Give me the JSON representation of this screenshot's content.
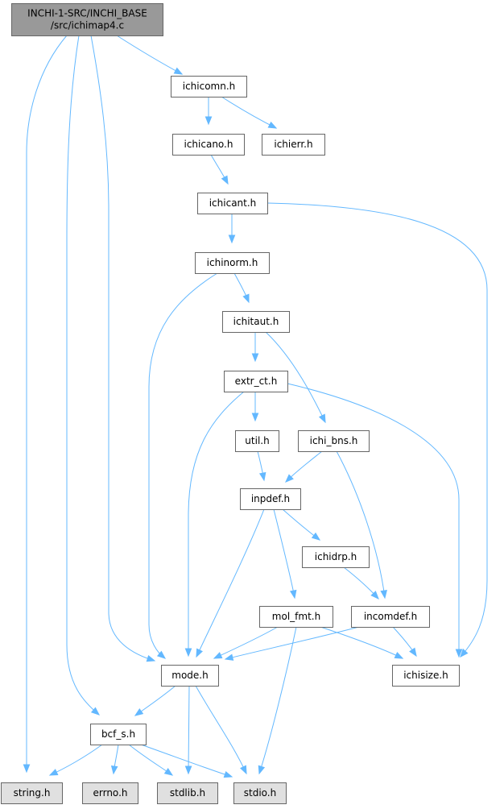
{
  "diagram": {
    "type": "include-dependency-graph",
    "colors": {
      "root_fill": "#999999",
      "header_fill": "#ffffff",
      "system_fill": "#e0e0e0",
      "border": "#666666",
      "edge": "#63b8ff"
    },
    "nodes": [
      {
        "id": "root",
        "lines": [
          "INCHI-1-SRC/INCHI_BASE",
          "/src/ichimap4.c"
        ],
        "kind": "root"
      },
      {
        "id": "ichicomn",
        "lines": [
          "ichicomn.h"
        ],
        "kind": "header"
      },
      {
        "id": "ichicano",
        "lines": [
          "ichicano.h"
        ],
        "kind": "header"
      },
      {
        "id": "ichierr",
        "lines": [
          "ichierr.h"
        ],
        "kind": "header"
      },
      {
        "id": "ichicant",
        "lines": [
          "ichicant.h"
        ],
        "kind": "header"
      },
      {
        "id": "ichinorm",
        "lines": [
          "ichinorm.h"
        ],
        "kind": "header"
      },
      {
        "id": "ichitaut",
        "lines": [
          "ichitaut.h"
        ],
        "kind": "header"
      },
      {
        "id": "extr_ct",
        "lines": [
          "extr_ct.h"
        ],
        "kind": "header"
      },
      {
        "id": "util",
        "lines": [
          "util.h"
        ],
        "kind": "header"
      },
      {
        "id": "ichi_bns",
        "lines": [
          "ichi_bns.h"
        ],
        "kind": "header"
      },
      {
        "id": "inpdef",
        "lines": [
          "inpdef.h"
        ],
        "kind": "header"
      },
      {
        "id": "ichidrp",
        "lines": [
          "ichidrp.h"
        ],
        "kind": "header"
      },
      {
        "id": "mol_fmt",
        "lines": [
          "mol_fmt.h"
        ],
        "kind": "header"
      },
      {
        "id": "incomdef",
        "lines": [
          "incomdef.h"
        ],
        "kind": "header"
      },
      {
        "id": "mode",
        "lines": [
          "mode.h"
        ],
        "kind": "header"
      },
      {
        "id": "ichisize",
        "lines": [
          "ichisize.h"
        ],
        "kind": "header"
      },
      {
        "id": "bcf_s",
        "lines": [
          "bcf_s.h"
        ],
        "kind": "header"
      },
      {
        "id": "string",
        "lines": [
          "string.h"
        ],
        "kind": "system"
      },
      {
        "id": "errno",
        "lines": [
          "errno.h"
        ],
        "kind": "system"
      },
      {
        "id": "stdlib",
        "lines": [
          "stdlib.h"
        ],
        "kind": "system"
      },
      {
        "id": "stdio",
        "lines": [
          "stdio.h"
        ],
        "kind": "system"
      }
    ],
    "edges": [
      {
        "from": "root",
        "to": "ichicomn"
      },
      {
        "from": "root",
        "to": "string"
      },
      {
        "from": "root",
        "to": "bcf_s"
      },
      {
        "from": "root",
        "to": "mode"
      },
      {
        "from": "ichicomn",
        "to": "ichicano"
      },
      {
        "from": "ichicomn",
        "to": "ichierr"
      },
      {
        "from": "ichicano",
        "to": "ichicant"
      },
      {
        "from": "ichicant",
        "to": "ichinorm"
      },
      {
        "from": "ichicant",
        "to": "ichisize"
      },
      {
        "from": "ichinorm",
        "to": "ichitaut"
      },
      {
        "from": "ichinorm",
        "to": "mode"
      },
      {
        "from": "ichitaut",
        "to": "extr_ct"
      },
      {
        "from": "ichitaut",
        "to": "ichi_bns"
      },
      {
        "from": "extr_ct",
        "to": "util"
      },
      {
        "from": "extr_ct",
        "to": "mode"
      },
      {
        "from": "extr_ct",
        "to": "ichisize"
      },
      {
        "from": "util",
        "to": "inpdef"
      },
      {
        "from": "ichi_bns",
        "to": "inpdef"
      },
      {
        "from": "ichi_bns",
        "to": "incomdef"
      },
      {
        "from": "inpdef",
        "to": "ichidrp"
      },
      {
        "from": "inpdef",
        "to": "mol_fmt"
      },
      {
        "from": "inpdef",
        "to": "mode"
      },
      {
        "from": "ichidrp",
        "to": "incomdef"
      },
      {
        "from": "mol_fmt",
        "to": "mode"
      },
      {
        "from": "mol_fmt",
        "to": "ichisize"
      },
      {
        "from": "mol_fmt",
        "to": "stdio"
      },
      {
        "from": "incomdef",
        "to": "mode"
      },
      {
        "from": "incomdef",
        "to": "ichisize"
      },
      {
        "from": "mode",
        "to": "bcf_s"
      },
      {
        "from": "mode",
        "to": "stdlib"
      },
      {
        "from": "mode",
        "to": "stdio"
      },
      {
        "from": "bcf_s",
        "to": "string"
      },
      {
        "from": "bcf_s",
        "to": "errno"
      },
      {
        "from": "bcf_s",
        "to": "stdlib"
      },
      {
        "from": "bcf_s",
        "to": "stdio"
      }
    ]
  }
}
